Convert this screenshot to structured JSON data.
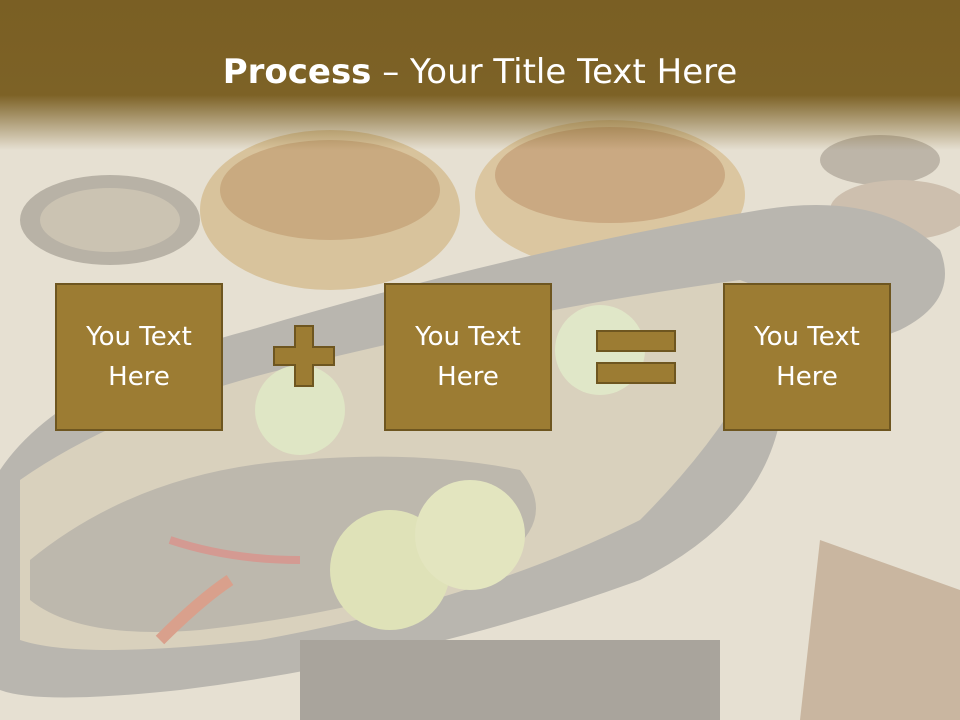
{
  "slide": {
    "title_bold": "Process",
    "title_rest": " – Your Title Text Here"
  },
  "boxes": [
    {
      "text": "You Text\nHere"
    },
    {
      "text": "You Text\nHere"
    },
    {
      "text": "You Text\nHere"
    }
  ],
  "operators": [
    "plus-icon",
    "equals-icon"
  ],
  "colors": {
    "header": "#7d6226",
    "box_fill": "#9c7c33",
    "box_border": "#6e5620",
    "text": "#ffffff"
  }
}
